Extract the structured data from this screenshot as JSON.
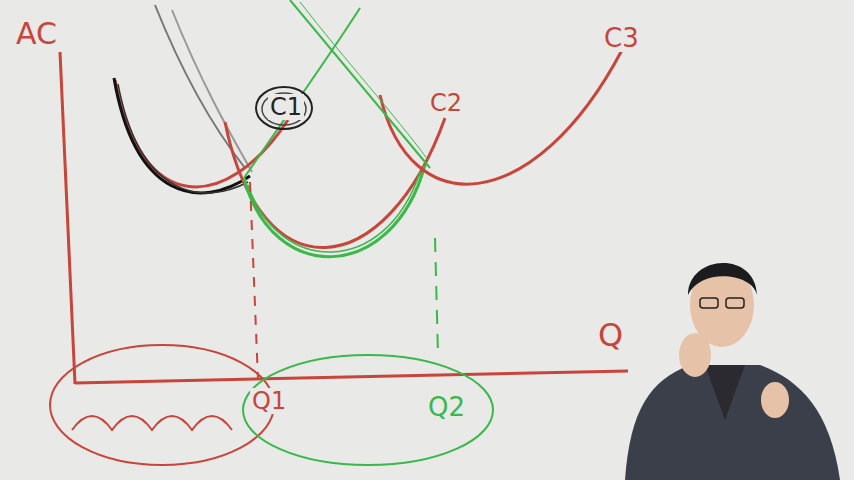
{
  "diagram": {
    "labels": [
      "AC",
      "C1",
      "C2",
      "C3",
      "Q",
      "Q1",
      "Q2"
    ]
  }
}
